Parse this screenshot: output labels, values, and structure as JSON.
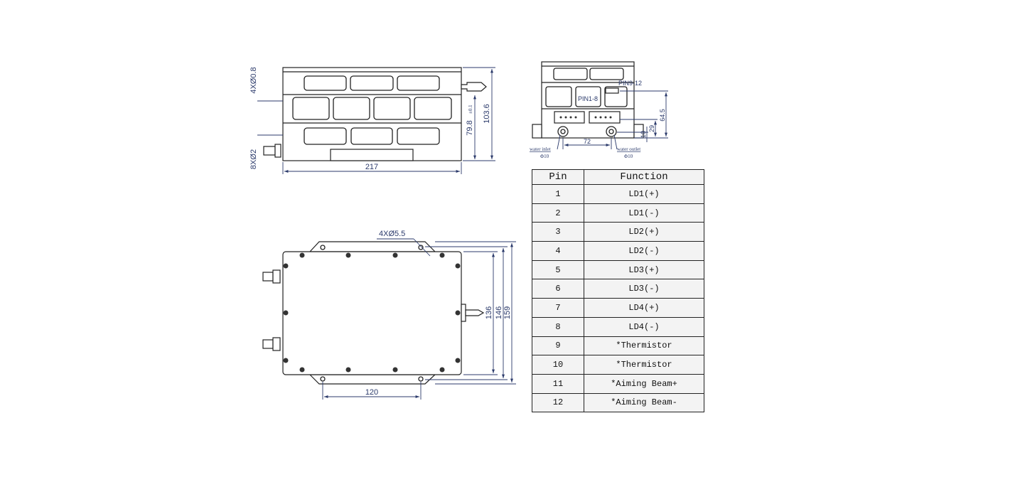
{
  "side_view": {
    "dim_width": "217",
    "dim_height_inner": "79.8",
    "dim_tol": "±0.1",
    "dim_height": "103.6",
    "label_pins_top": "4XØ0.8",
    "label_pins_bottom": "8XØ2"
  },
  "front_view": {
    "pin_9_12": "PIN9-12",
    "pin_1_8": "PIN1-8",
    "dim_72": "72",
    "dim_64_5": "64.5",
    "dim_29": "29",
    "dim_10": "10",
    "water_inlet": "water inlet",
    "water_outlet": "water outlet",
    "inlet_dia": "Φ10",
    "outlet_dia": "Φ10"
  },
  "top_view": {
    "holes": "4XØ5.5",
    "dim_120": "120",
    "dim_136": "136",
    "dim_146": "146",
    "dim_159": "159"
  },
  "pin_table": {
    "headers": [
      "Pin",
      "Function"
    ],
    "rows": [
      {
        "pin": "1",
        "function": "LD1(+)"
      },
      {
        "pin": "2",
        "function": "LD1(-)"
      },
      {
        "pin": "3",
        "function": "LD2(+)"
      },
      {
        "pin": "4",
        "function": "LD2(-)"
      },
      {
        "pin": "5",
        "function": "LD3(+)"
      },
      {
        "pin": "6",
        "function": "LD3(-)"
      },
      {
        "pin": "7",
        "function": "LD4(+)"
      },
      {
        "pin": "8",
        "function": "LD4(-)"
      },
      {
        "pin": "9",
        "function": "*Thermistor"
      },
      {
        "pin": "10",
        "function": "*Thermistor"
      },
      {
        "pin": "11",
        "function": "*Aiming Beam+"
      },
      {
        "pin": "12",
        "function": "*Aiming Beam-"
      }
    ]
  }
}
